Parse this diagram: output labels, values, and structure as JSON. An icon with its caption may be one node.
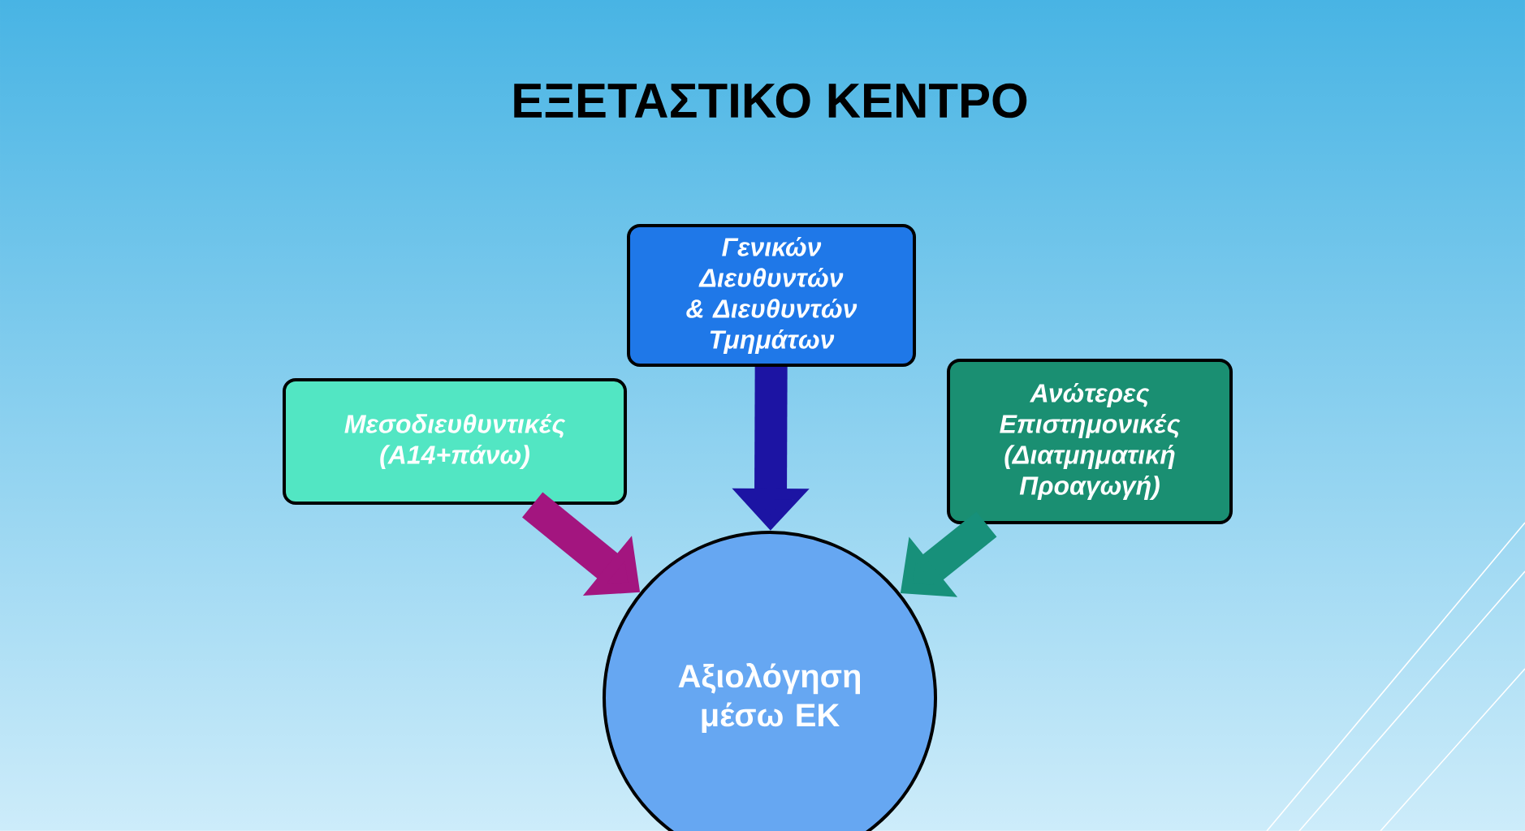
{
  "diagram": {
    "title": "ΕΞΕΤΑΣΤΙΚΟ ΚΕΝΤΡΟ",
    "nodes": [
      {
        "text": [
          "Μεσοδιευθυντικές (Α14+πάνω)"
        ]
      },
      {
        "text": [
          "Γενικών Διευθυντών & Διευθυντών Τμημάτων"
        ]
      },
      {
        "text": [
          "Ανώτερες Επιστημονικές (Διατμηματική Προαγωγή)"
        ]
      },
      {
        "text": [
          "Αξιολόγηση μέσω ΕΚ"
        ]
      }
    ],
    "edges": [
      {
        "from": 0,
        "to": 3,
        "arrow": "to",
        "color": "#a3157f"
      },
      {
        "from": 1,
        "to": 3,
        "arrow": "to",
        "color": "#1c14a3"
      },
      {
        "from": 2,
        "to": 3,
        "arrow": "to",
        "color": "#17907a"
      }
    ]
  }
}
